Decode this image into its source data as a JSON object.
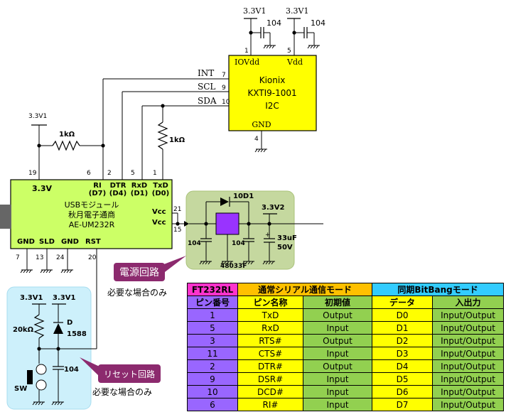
{
  "sensor": {
    "brand": "Kionix",
    "model": "KXTI9-1001",
    "interface": "I2C",
    "iovdd": "IOVdd",
    "vdd": "Vdd",
    "gnd": "GND",
    "pin_iovdd": "1",
    "pin_vdd": "5",
    "pin_int": "7",
    "pin_scl": "9",
    "pin_sda": "10",
    "pin_gnd": "4"
  },
  "signals": {
    "int": "INT",
    "scl": "SCL",
    "sda": "SDA"
  },
  "supplies": {
    "v1": "3.3V1",
    "v2": "3.3V2"
  },
  "caps": {
    "c104": "104",
    "c33": "33uF",
    "c50": "50V"
  },
  "resistors": {
    "r1k": "1kΩ",
    "r20k": "20kΩ"
  },
  "module": {
    "line1": "USBモジュール",
    "line2": "秋月電子通商",
    "line3": "AE-UM232R",
    "v33": "3.3V",
    "ri": "RI",
    "ri_sub": "(D7)",
    "dtr": "DTR",
    "dtr_sub": "(D4)",
    "rxd": "RxD",
    "rxd_sub": "(D1)",
    "txd": "TxD",
    "txd_sub": "(D0)",
    "vcc": "Vcc",
    "gnd": "GND",
    "sld": "SLD",
    "rst": "RST",
    "pin19": "19",
    "pin6": "6",
    "pin2": "2",
    "pin5": "5",
    "pin1": "1",
    "pin21": "21",
    "pin15": "15",
    "pin7": "7",
    "pin13": "13",
    "pin24": "24",
    "pin20": "20"
  },
  "power": {
    "diode": "10D1",
    "reg": "48033F",
    "label": "電源回路",
    "note": "必要な場合のみ"
  },
  "reset": {
    "label": "リセット回路",
    "note": "必要な場合のみ",
    "diode": "D",
    "diode_part": "1588",
    "sw": "SW"
  },
  "table": {
    "h_chip": "FT232RL",
    "h_serial": "通常シリアル通信モード",
    "h_sync": "同期BitBangモード",
    "h_pin": "ピン番号",
    "h_name": "ピン名称",
    "h_init": "初期値",
    "h_data": "データ",
    "h_io": "入出力",
    "rows": [
      {
        "pin": "1",
        "name": "TxD",
        "init": "Output",
        "data": "D0",
        "io": "Input/Output"
      },
      {
        "pin": "5",
        "name": "RxD",
        "init": "Input",
        "data": "D1",
        "io": "Input/Output"
      },
      {
        "pin": "3",
        "name": "RTS#",
        "init": "Output",
        "data": "D2",
        "io": "Input/Output"
      },
      {
        "pin": "11",
        "name": "CTS#",
        "init": "Input",
        "data": "D3",
        "io": "Input/Output"
      },
      {
        "pin": "2",
        "name": "DTR#",
        "init": "Output",
        "data": "D4",
        "io": "Input/Output"
      },
      {
        "pin": "9",
        "name": "DSR#",
        "init": "Input",
        "data": "D5",
        "io": "Input/Output"
      },
      {
        "pin": "10",
        "name": "DCD#",
        "init": "Input",
        "data": "D6",
        "io": "Input/Output"
      },
      {
        "pin": "6",
        "name": "RI#",
        "init": "Input",
        "data": "D7",
        "io": "Input/Output"
      }
    ]
  }
}
